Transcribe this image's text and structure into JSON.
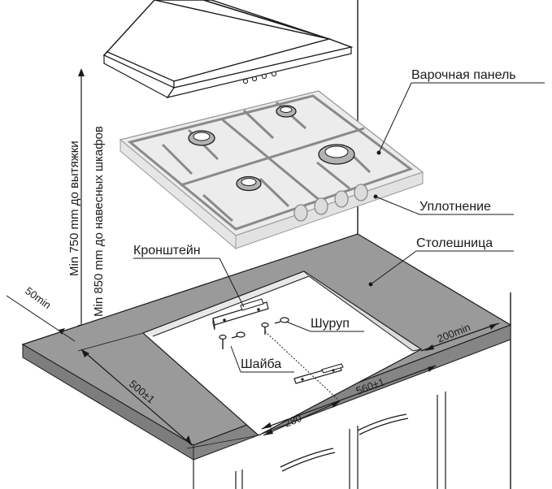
{
  "labels": {
    "hob": "Варочная панель",
    "seal": "Уплотнение",
    "worktop": "Столешница",
    "bracket": "Кронштейн",
    "screw": "Шуруп",
    "washer": "Шайба"
  },
  "dimensions": {
    "hood_clearance": "Min 750 mm до вытяжки",
    "cabinet_clearance": "Min 850 mm до навесных шкафов",
    "front_gap": "50min",
    "depth": "500±1",
    "width": "560±1",
    "half_width": "280",
    "side_gap": "200min"
  },
  "hob": {
    "knob_count": 4,
    "burner_count": 4
  },
  "colors": {
    "worktop": "#9a9a9a",
    "worktop_edge": "#7d7d7d",
    "cutout": "#ffffff",
    "line": "#1a1a1a",
    "hob_fill": "#ececec",
    "burner_flame": "#b3b3b3"
  }
}
